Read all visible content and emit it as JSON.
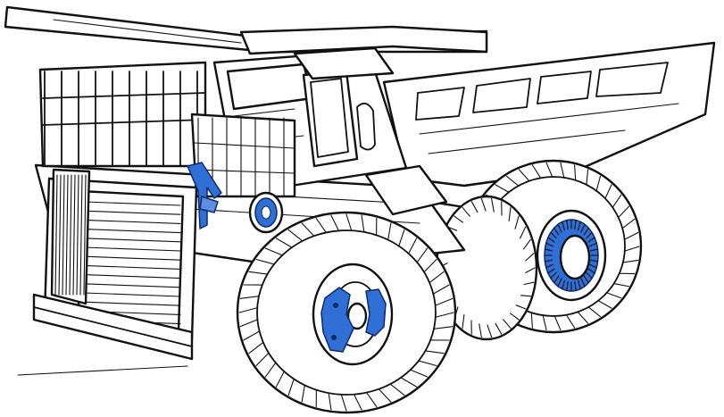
{
  "colors": {
    "line": "#111111",
    "background": "#ffffff",
    "highlight": "#2f6fd6",
    "highlight_dark": "#0d2b66"
  },
  "highlighted_components": [
    "steering-bracket",
    "front-hub-disc",
    "front-brake-caliper",
    "rear-wheel-gear-ring"
  ]
}
